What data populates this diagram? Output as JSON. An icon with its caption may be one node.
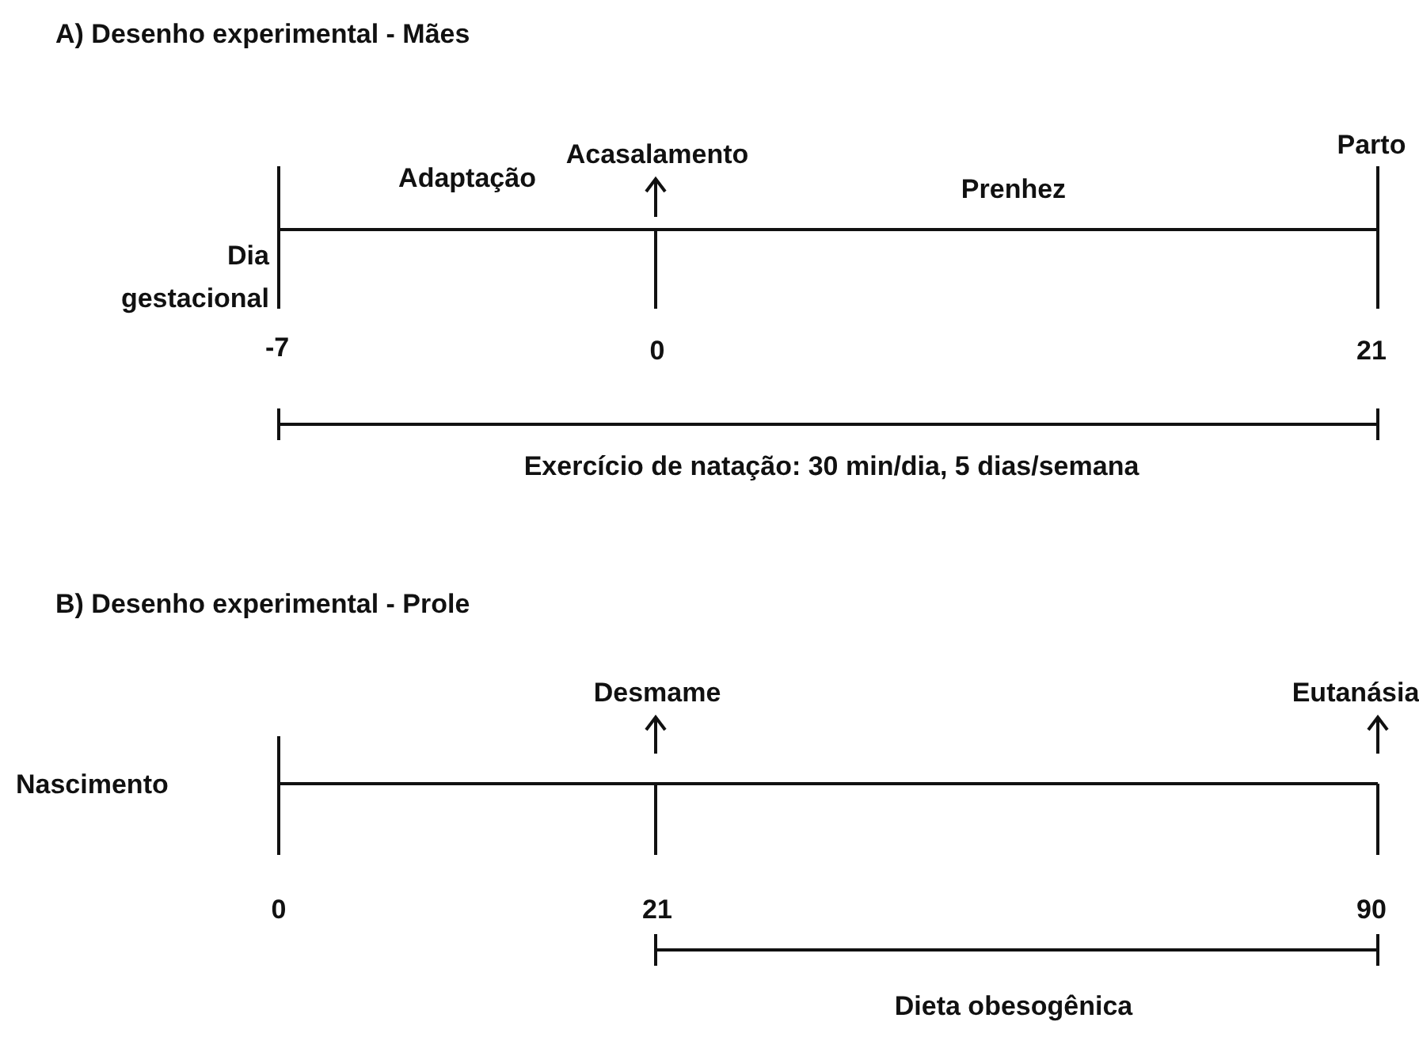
{
  "diagram": {
    "labels": [
      "A) Desenho experimental - Mães",
      "Acasalamento",
      "Parto",
      "Dia gestacional",
      "Adaptação",
      "Prenhez",
      "-7",
      "0",
      "21",
      "Exercício de natação: 30 min/dia, 5 dias/semana",
      "B) Desenho experimental - Prole",
      "Desmame",
      "Eutanásia",
      "Nascimento",
      "0",
      "21",
      "90",
      "Dieta obesogênica"
    ]
  }
}
